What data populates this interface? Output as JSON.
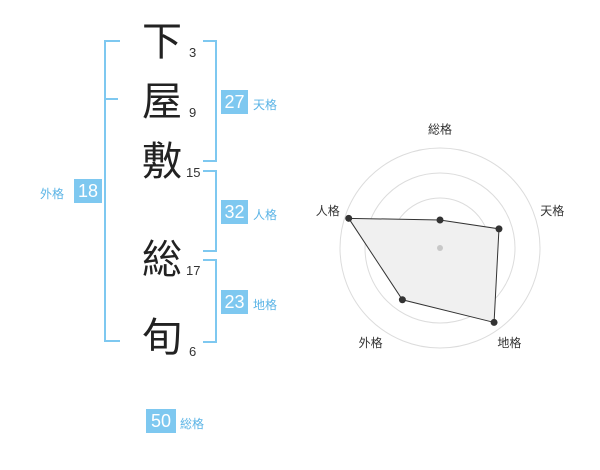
{
  "name_chars": [
    {
      "char": "下",
      "strokes": "3"
    },
    {
      "char": "屋",
      "strokes": "9"
    },
    {
      "char": "敷",
      "strokes": "15"
    },
    {
      "char": "総",
      "strokes": "17"
    },
    {
      "char": "旬",
      "strokes": "6"
    }
  ],
  "scores": {
    "tenkaku": {
      "value": "27",
      "label": "天格"
    },
    "jinkaku": {
      "value": "32",
      "label": "人格"
    },
    "chikaku": {
      "value": "23",
      "label": "地格"
    },
    "gaikaku": {
      "value": "18",
      "label": "外格"
    },
    "soukaku": {
      "value": "50",
      "label": "総格"
    }
  },
  "colors": {
    "accent": "#7ec8f0",
    "accent_text": "#5bb4e6"
  },
  "chart_data": {
    "type": "radar",
    "axes": [
      "総格",
      "天格",
      "地格",
      "外格",
      "人格"
    ],
    "rings": 4,
    "values": [
      0.28,
      0.62,
      0.92,
      0.64,
      0.96
    ]
  }
}
